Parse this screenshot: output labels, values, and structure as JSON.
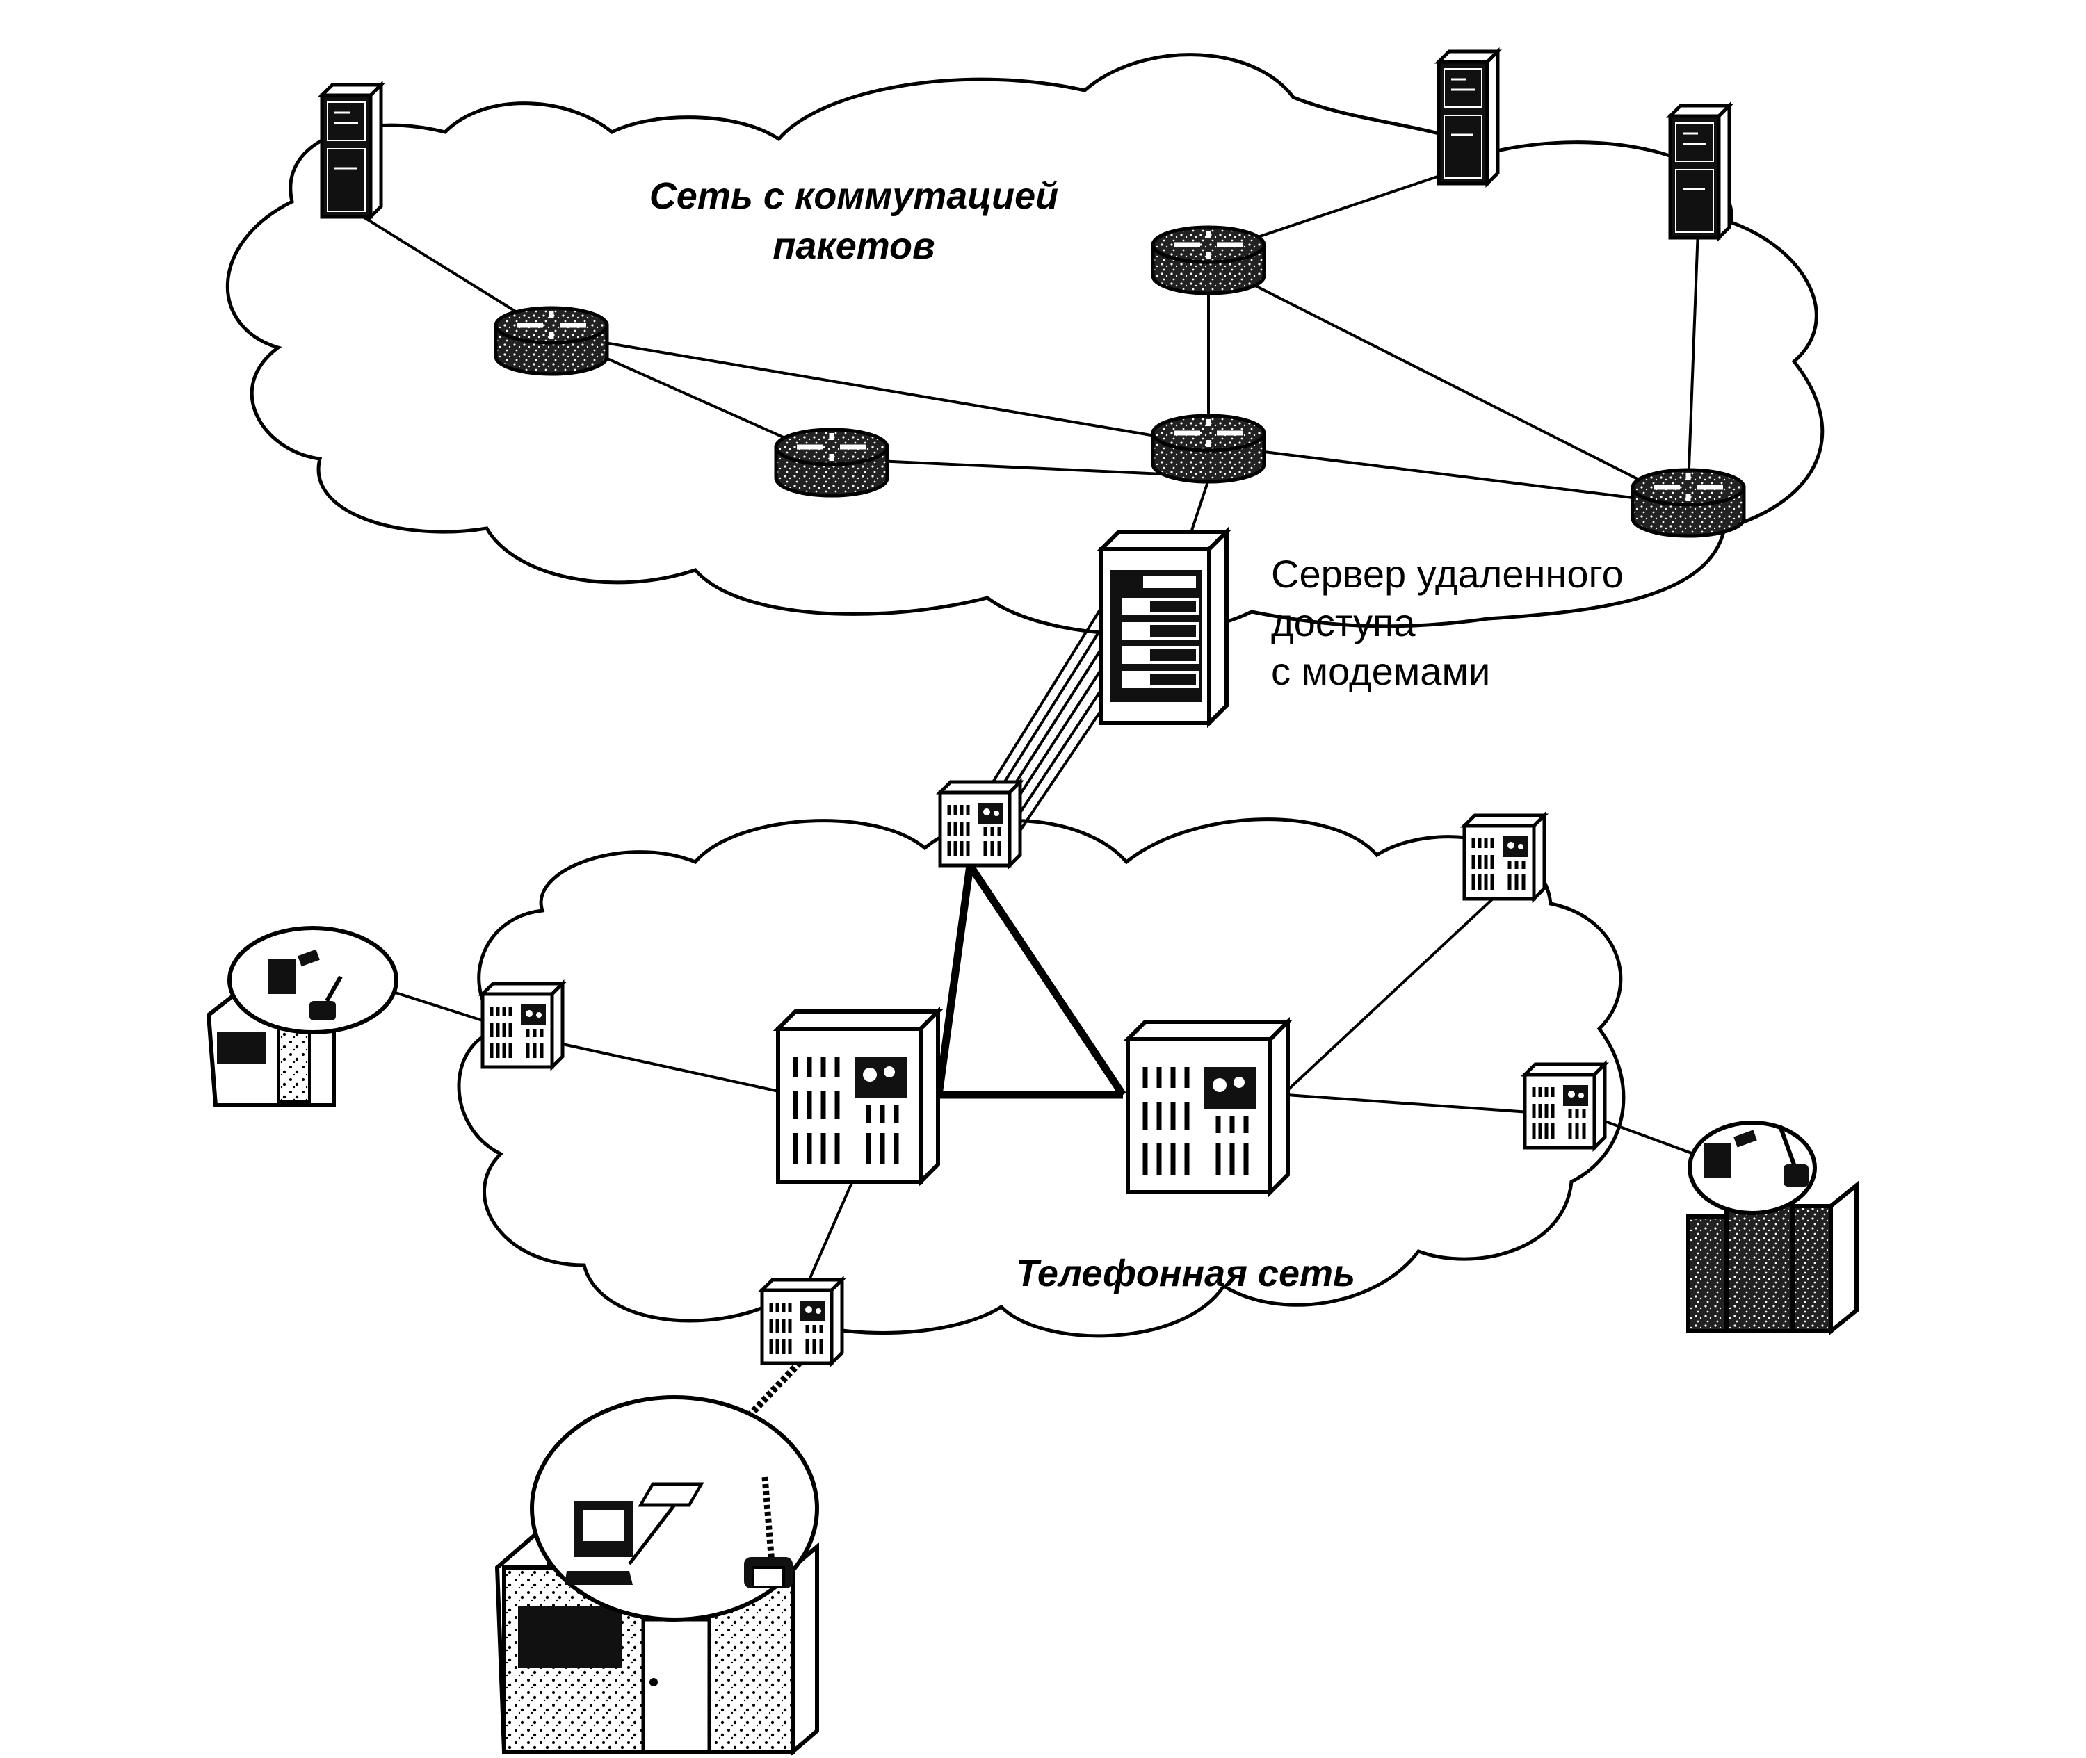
{
  "diagram": {
    "packet_network": {
      "title_line1": "Сеть с коммутацией",
      "title_line2": "пакетов"
    },
    "remote_access_server": {
      "label_line1": "Сервер удаленного",
      "label_line2": "доступа",
      "label_line3": "с модемами"
    },
    "phone_network": {
      "title": "Телефонная сеть"
    },
    "nodes": [
      {
        "id": "server-1",
        "type": "server",
        "network": "packet"
      },
      {
        "id": "server-2",
        "type": "server",
        "network": "packet"
      },
      {
        "id": "server-3",
        "type": "server",
        "network": "packet"
      },
      {
        "id": "router-a",
        "type": "router",
        "network": "packet"
      },
      {
        "id": "router-b",
        "type": "router",
        "network": "packet"
      },
      {
        "id": "router-c",
        "type": "router",
        "network": "packet"
      },
      {
        "id": "router-d",
        "type": "router",
        "network": "packet"
      },
      {
        "id": "router-e",
        "type": "router",
        "network": "packet"
      },
      {
        "id": "ras",
        "type": "remote-access-server",
        "network": "boundary"
      },
      {
        "id": "switch-top",
        "type": "phone-switch",
        "network": "phone"
      },
      {
        "id": "switch-right-top",
        "type": "phone-switch",
        "network": "phone"
      },
      {
        "id": "switch-left",
        "type": "phone-switch",
        "network": "phone"
      },
      {
        "id": "switch-core-1",
        "type": "phone-switch-large",
        "network": "phone"
      },
      {
        "id": "switch-core-2",
        "type": "phone-switch-large",
        "network": "phone"
      },
      {
        "id": "switch-right",
        "type": "phone-switch",
        "network": "phone"
      },
      {
        "id": "switch-bottom",
        "type": "phone-switch",
        "network": "phone"
      },
      {
        "id": "house-left",
        "type": "home-subscriber"
      },
      {
        "id": "office-right",
        "type": "office-subscriber"
      },
      {
        "id": "house-bottom",
        "type": "home-subscriber"
      }
    ]
  }
}
